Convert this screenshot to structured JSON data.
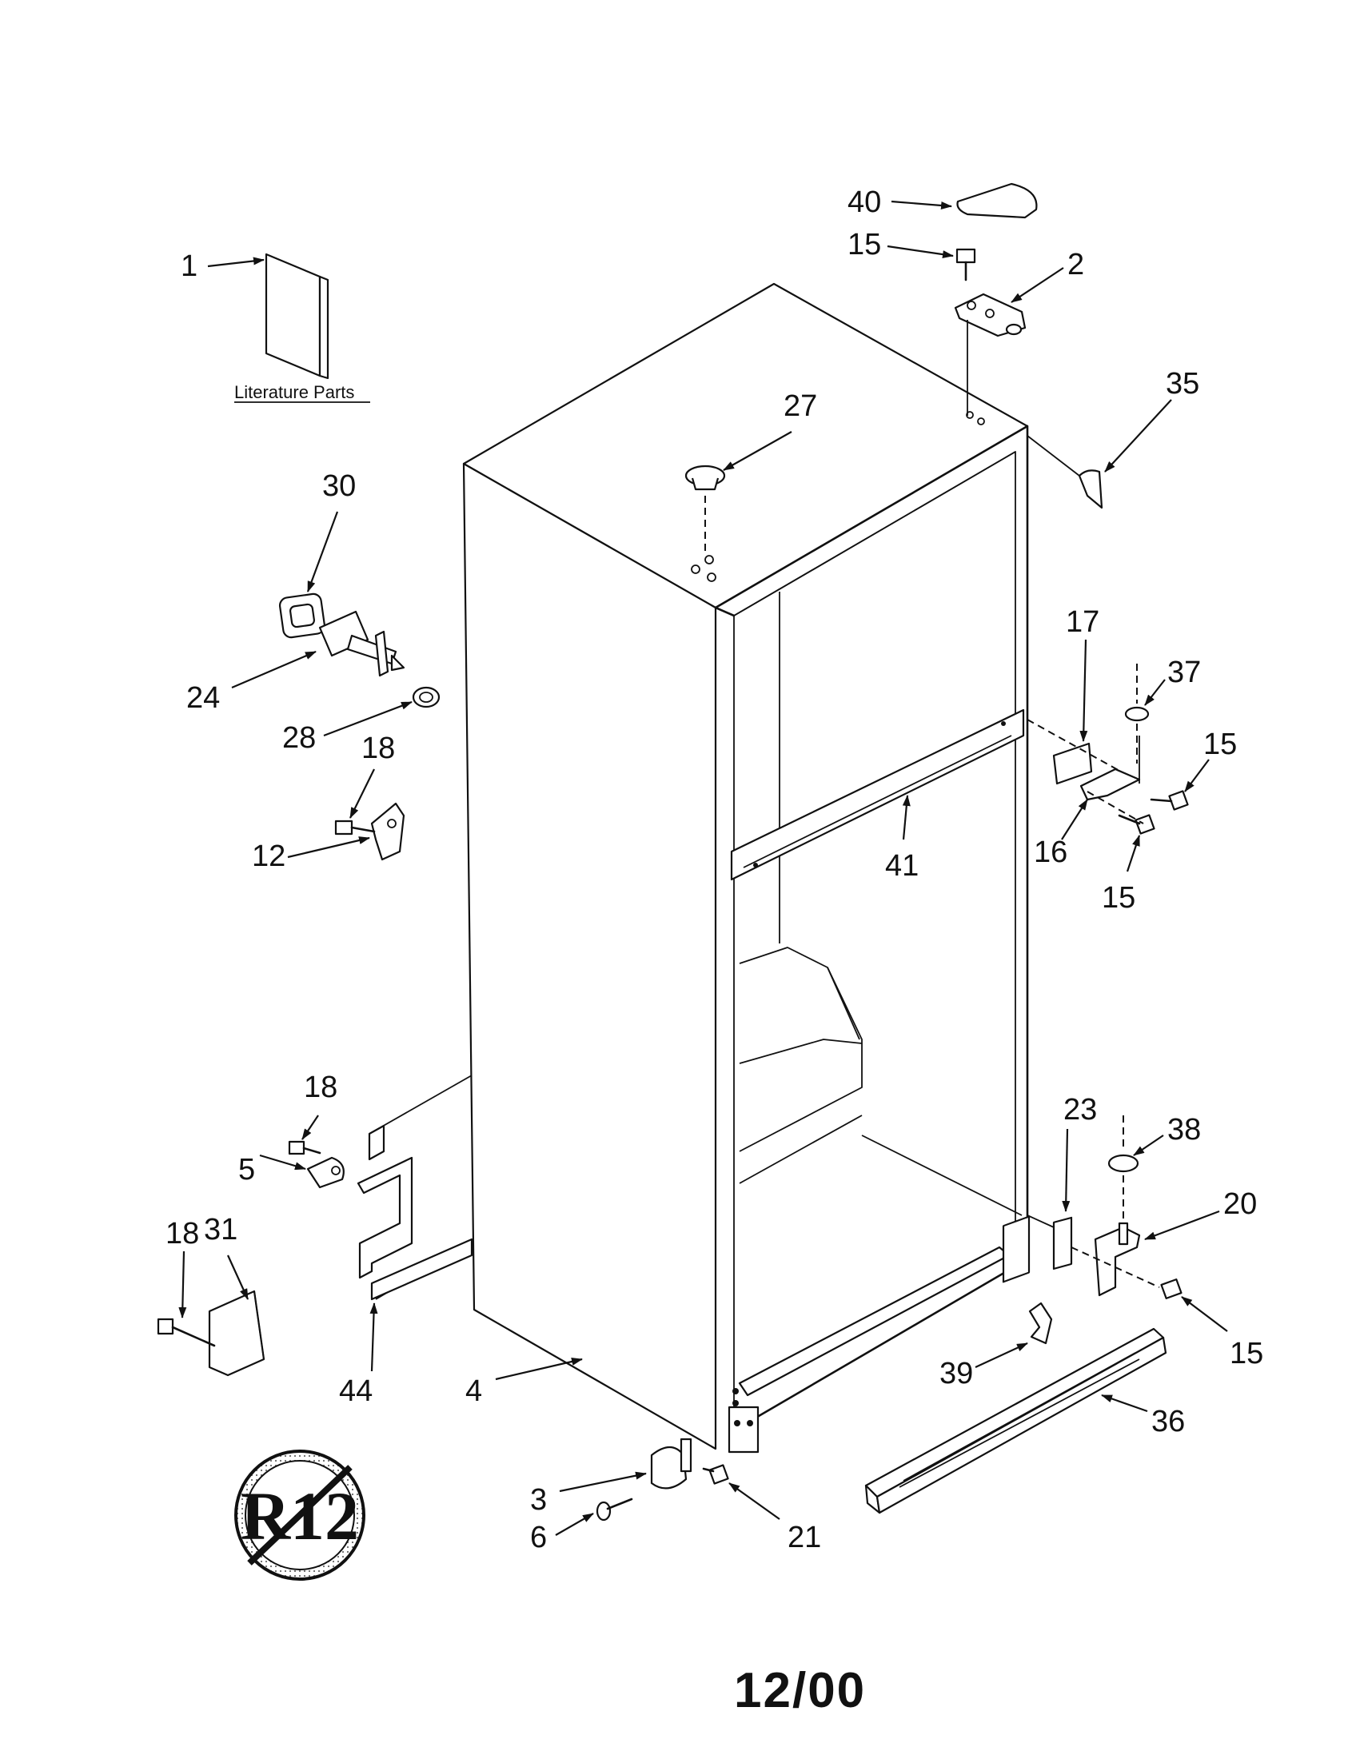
{
  "title": "",
  "literature_caption": "Literature Parts",
  "date_code": "12/00",
  "badge_text": "R12",
  "callouts": {
    "c1": "1",
    "c2": "2",
    "c3": "3",
    "c4": "4",
    "c5": "5",
    "c6": "6",
    "c12": "12",
    "c15a": "15",
    "c15b": "15",
    "c15c": "15",
    "c15d": "15",
    "c16": "16",
    "c17": "17",
    "c18a": "18",
    "c18b": "18",
    "c18c": "18",
    "c20": "20",
    "c21": "21",
    "c23": "23",
    "c24": "24",
    "c27": "27",
    "c28": "28",
    "c30": "30",
    "c31": "31",
    "c35": "35",
    "c36": "36",
    "c37": "37",
    "c38": "38",
    "c39": "39",
    "c40": "40",
    "c41": "41",
    "c44": "44"
  },
  "colors": {
    "ink": "#111111",
    "paper": "#ffffff"
  }
}
